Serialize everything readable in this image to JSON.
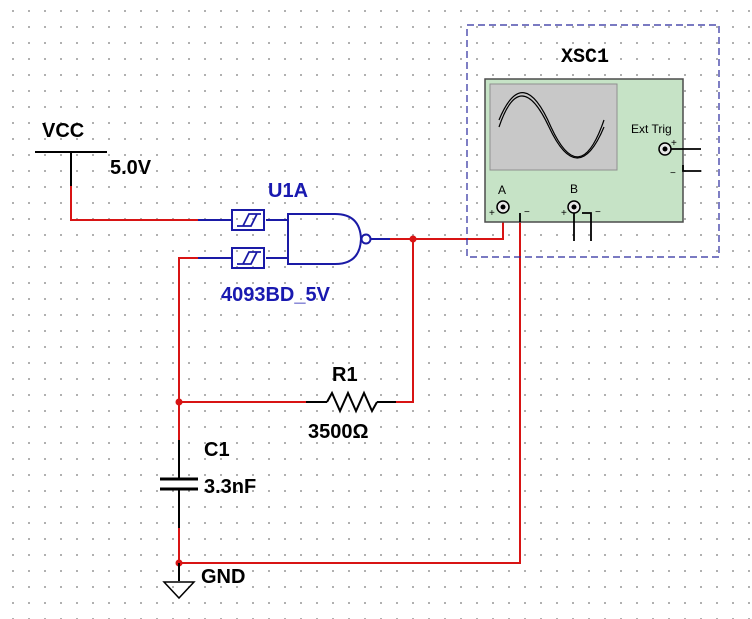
{
  "power": {
    "label": "VCC",
    "voltage": "5.0V"
  },
  "gate": {
    "ref": "U1A",
    "part": "4093BD_5V"
  },
  "resistor": {
    "ref": "R1",
    "value": "3500Ω"
  },
  "capacitor": {
    "ref": "C1",
    "value": "3.3nF"
  },
  "ground": {
    "label": "GND"
  },
  "scope": {
    "ref": "XSC1",
    "ext_trig": "Ext Trig",
    "channel_a": "A",
    "channel_b": "B",
    "plus": "+",
    "minus": "−"
  },
  "colors": {
    "wire": "#d81414",
    "component": "#000000",
    "gate": "#1a1aa6",
    "scope_body": "#c6e3c6",
    "scope_screen": "#c8c8c8",
    "dashed_border": "#2a2a9e"
  }
}
